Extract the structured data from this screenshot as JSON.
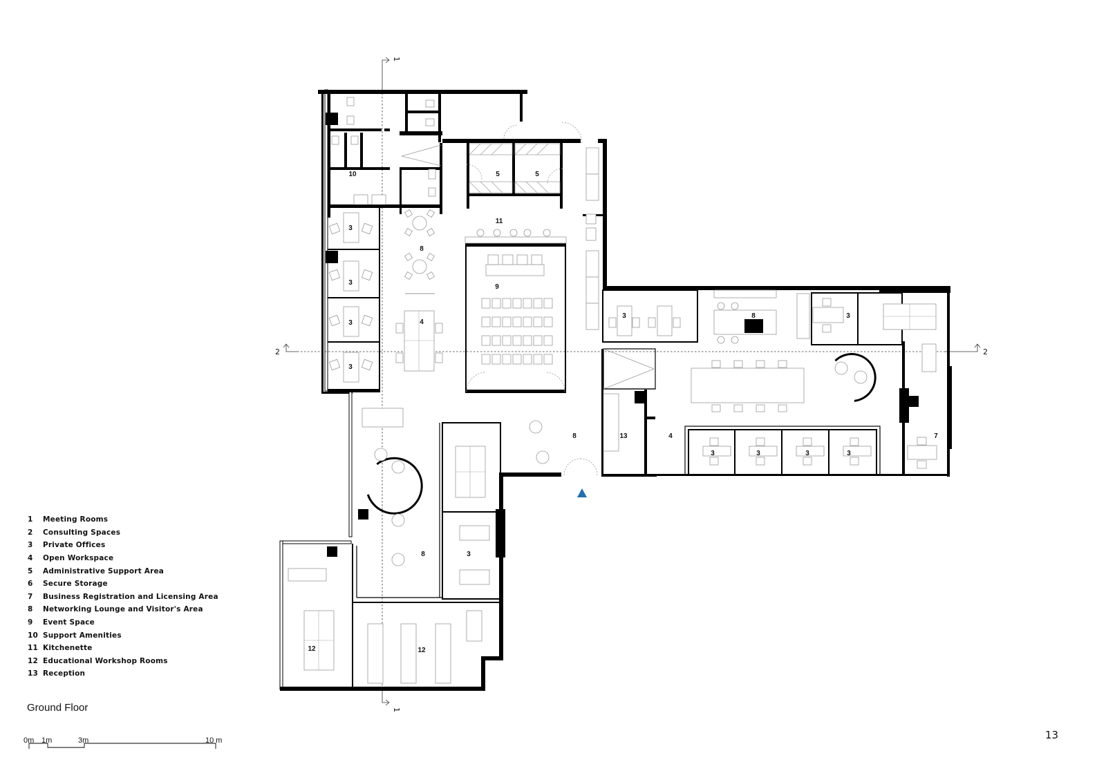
{
  "drawing": {
    "title": "Ground Floor",
    "page_number": "13",
    "entrance_marker_color": "#1f6fb4"
  },
  "legend": [
    {
      "num": "1",
      "label": "Meeting Rooms"
    },
    {
      "num": "2",
      "label": "Consulting Spaces"
    },
    {
      "num": "3",
      "label": "Private Offices"
    },
    {
      "num": "4",
      "label": "Open Workspace"
    },
    {
      "num": "5",
      "label": "Administrative Support Area"
    },
    {
      "num": "6",
      "label": "Secure Storage"
    },
    {
      "num": "7",
      "label": "Business Registration and Licensing Area"
    },
    {
      "num": "8",
      "label": "Networking Lounge and Visitor's Area"
    },
    {
      "num": "9",
      "label": "Event Space"
    },
    {
      "num": "10",
      "label": "Support Amenities"
    },
    {
      "num": "11",
      "label": "Kitchenette"
    },
    {
      "num": "12",
      "label": "Educational Workshop Rooms"
    },
    {
      "num": "13",
      "label": "Reception"
    }
  ],
  "scale_bar": {
    "labels": [
      "0m",
      "1m",
      "3m",
      "10 m"
    ]
  },
  "section_markers": {
    "s1_top": "1",
    "s1_bottom": "1",
    "s2_left": "2",
    "s2_right": "2"
  },
  "room_labels": {
    "r10": "10",
    "r5a": "5",
    "r5b": "5",
    "r11": "11",
    "r3_w1": "3",
    "r3_w2": "3",
    "r3_w3": "3",
    "r3_w4": "3",
    "r8_nw": "8",
    "r4_w": "4",
    "r9": "9",
    "r3_e1": "3",
    "r8_e": "8",
    "r3_e2": "3",
    "r8_mid": "8",
    "r13": "13",
    "r4_e": "4",
    "r3_s1": "3",
    "r3_s2": "3",
    "r3_s3": "3",
    "r3_s4": "3",
    "r7": "7",
    "r8_sw": "8",
    "r3_sw": "3",
    "r12_w": "12",
    "r12_e": "12"
  }
}
